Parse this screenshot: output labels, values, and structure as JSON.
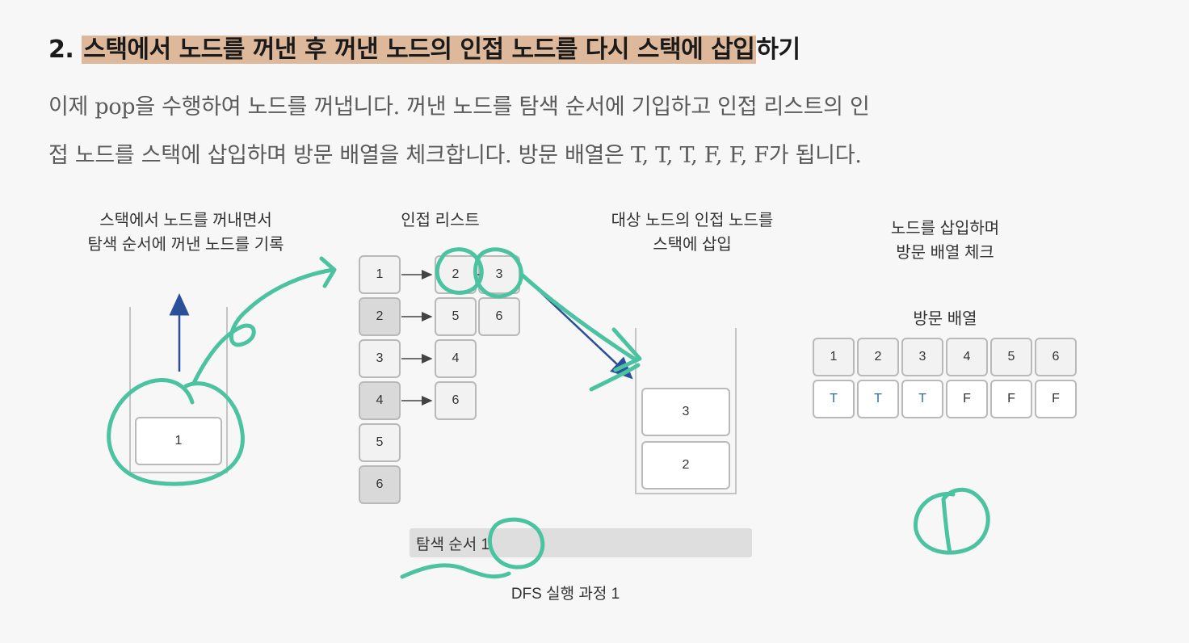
{
  "heading": {
    "number": "2. ",
    "highlighted": "스택에서 노드를 꺼낸 후 꺼낸 노드의 인접 노드를 다시 스택에 삽입",
    "rest": "하기"
  },
  "paragraph": {
    "line1": "이제 pop을 수행하여 노드를 꺼냅니다. 꺼낸 노드를 탐색 순서에 기입하고 인접 리스트의 인",
    "line2": "접 노드를 스택에 삽입하며 방문 배열을 체크합니다. 방문 배열은 T, T, T, F, F, F가 됩니다."
  },
  "labels": {
    "pop_line1": "스택에서 노드를 꺼내면서",
    "pop_line2": "탐색 순서에 꺼낸 노드를 기록",
    "adjacency": "인접 리스트",
    "push_line1": "대상 노드의 인접 노드를",
    "push_line2": "스택에 삽입",
    "visit_line1": "노드를 삽입하며",
    "visit_line2": "방문 배열 체크",
    "visit_title": "방문 배열"
  },
  "left_stack": {
    "items": [
      "1"
    ]
  },
  "adjacency_list": {
    "nodes": [
      "1",
      "2",
      "3",
      "4",
      "5",
      "6"
    ],
    "neighbors": [
      [
        "2",
        "3"
      ],
      [
        "5",
        "6"
      ],
      [
        "4"
      ],
      [
        "6"
      ],
      [],
      []
    ]
  },
  "right_stack": {
    "items": [
      "3",
      "2"
    ]
  },
  "visit_array": {
    "indices": [
      "1",
      "2",
      "3",
      "4",
      "5",
      "6"
    ],
    "values": [
      "T",
      "T",
      "T",
      "F",
      "F",
      "F"
    ]
  },
  "search_order": "탐색 순서 1",
  "caption": "DFS 실행 과정 1",
  "colors": {
    "highlight": "#ddb89a",
    "annotation": "#4cc3a0",
    "arrow": "#2c4f9a",
    "true_value": "#2e6fa6"
  }
}
